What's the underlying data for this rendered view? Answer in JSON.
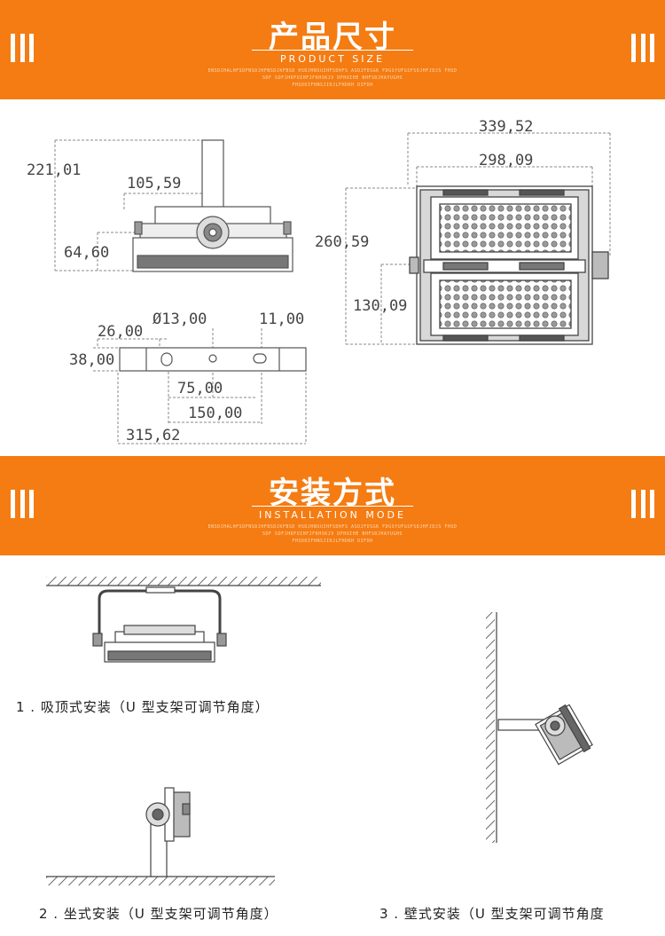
{
  "section_dimensions": {
    "title": "产品尺寸",
    "subtitle": "PRODUCT SIZE",
    "filler_lines": [
      "ENSDJHALHFSDFNSDJHFNSDJKFBSD HSDJHNSUIHFSDHFS ASDJFDSGK FDGSYUFGSFSDJHFJDJS FHSD",
      "SDF SDFJHDFUIHFJFKHSKJV DFHUIHE BHFSDJHAYUGHS",
      "FHSDUIFHNSJIDJLFHDKH DIFDH"
    ],
    "dim_height_total": "221,01",
    "dim_arm_width": "105,59",
    "dim_body_height": "64,60",
    "dim_width_outer": "339,52",
    "dim_width_inner": "298,09",
    "dim_height_front": "260,59",
    "dim_height_half": "130,09",
    "dim_slot_offset": "26,00",
    "dim_hole": "Ø13,00",
    "dim_slot_width": "11,00",
    "dim_bracket_height": "38,00",
    "dim_inner_spacing": "75,00",
    "dim_outer_spacing": "150,00",
    "dim_bracket_length": "315,62"
  },
  "section_install": {
    "title": "安装方式",
    "subtitle": "INSTALLATION MODE",
    "filler_lines": [
      "ENSDJHALHFSDFNSDJHFNSDJKFBSD HSDJHNSUIHFSDHFS ASDJFDSGK FDGSYUFGSFSDJHFJDJS FHSD",
      "SDF SDFJHDFUIHFJFKHSKJV DFHUIHE BHFSDJHAYUGHS",
      "FHSDUIFHNSJIDJLFHDKH DIFDH"
    ],
    "captions": [
      "1 . 吸顶式安装（U 型支架可调节角度）",
      "2 . 坐式安装（U 型支架可调节角度）",
      "3 . 壁式安装（U 型支架可调节角度"
    ]
  },
  "colors": {
    "banner": "#f47c13",
    "drawing": "#555555",
    "dim_line": "#888888"
  }
}
